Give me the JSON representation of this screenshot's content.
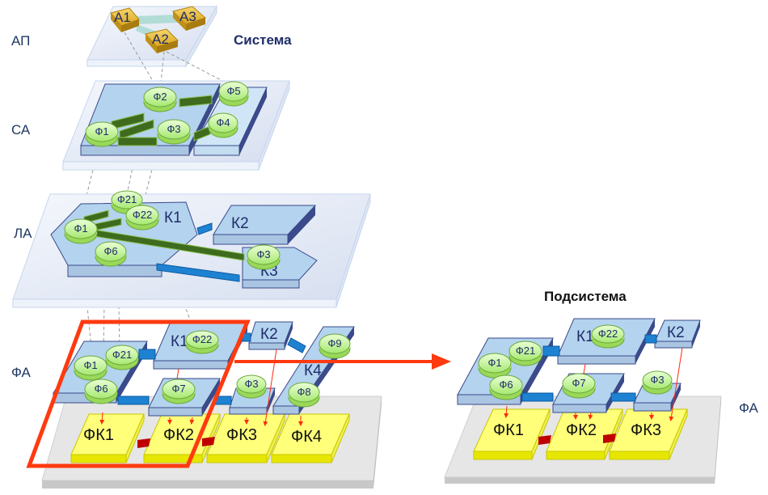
{
  "titles": {
    "system": "Система",
    "subsystem": "Подсистема"
  },
  "levels": {
    "ap": "АП",
    "sa": "СА",
    "la": "ЛА",
    "fa": "ФА",
    "fa_right": "ФА"
  },
  "colors": {
    "actor": "#e8b830",
    "function_fill": "#c6f29a",
    "component_fill": "#b4d3ee",
    "component_edge": "#3a4a8a",
    "link_green": "#3f6b1e",
    "link_blue": "#1e82d2",
    "physical_fill": "#ffff7a",
    "highlight": "#ff3a10",
    "platform": "#e6e6e6"
  },
  "ap_layer": {
    "actors": [
      "А1",
      "А2",
      "А3"
    ]
  },
  "sa_layer": {
    "functions": [
      "Ф1",
      "Ф2",
      "Ф3",
      "Ф4",
      "Ф5"
    ]
  },
  "la_layer": {
    "components": [
      "К1",
      "К2",
      "К3"
    ],
    "functions": [
      "Ф1",
      "Ф21",
      "Ф22",
      "Ф6",
      "Ф3"
    ]
  },
  "fa_layer": {
    "components": [
      "К1",
      "К2",
      "К4"
    ],
    "functions": [
      "Ф1",
      "Ф21",
      "Ф6",
      "Ф22",
      "Ф7",
      "Ф3",
      "Ф8",
      "Ф9"
    ],
    "physical": [
      "ФК1",
      "ФК2",
      "ФК3",
      "ФК4"
    ]
  },
  "subsystem_layer": {
    "components": [
      "К1",
      "К2"
    ],
    "functions": [
      "Ф1",
      "Ф21",
      "Ф6",
      "Ф22",
      "Ф7",
      "Ф3"
    ],
    "physical": [
      "ФК1",
      "ФК2",
      "ФК3"
    ]
  }
}
